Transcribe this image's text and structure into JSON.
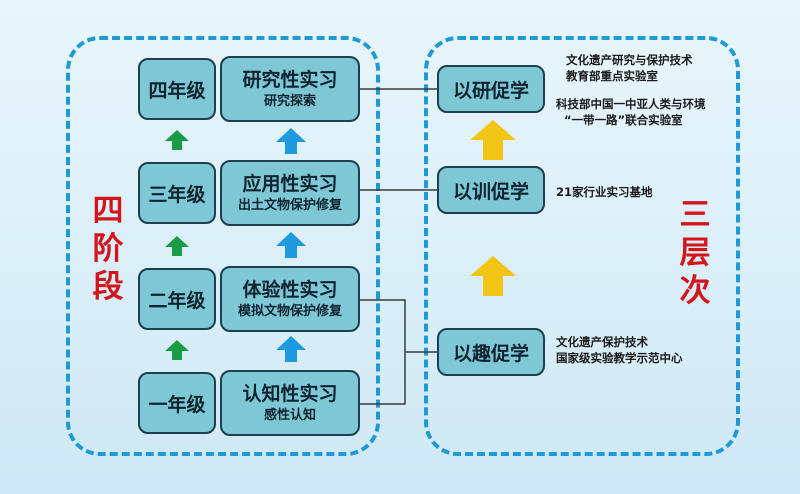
{
  "left_panel": {
    "label": "四阶段",
    "stages": [
      {
        "grade": "四年级",
        "title": "研究性实习",
        "subtitle": "研究探索"
      },
      {
        "grade": "三年级",
        "title": "应用性实习",
        "subtitle": "出土文物保护修复"
      },
      {
        "grade": "二年级",
        "title": "体验性实习",
        "subtitle": "模拟文物保护修复"
      },
      {
        "grade": "一年级",
        "title": "认知性实习",
        "subtitle": "感性认知"
      }
    ]
  },
  "right_panel": {
    "label": "三层次",
    "levels": [
      {
        "title": "以研促学",
        "notes": [
          "文化遗产研究与保护技术",
          "教育部重点实验室",
          "科技部中国一中亚人类与环境",
          "“一带一路”联合实验室"
        ]
      },
      {
        "title": "以训促学",
        "notes": [
          "21家行业实习基地"
        ]
      },
      {
        "title": "以趣促学",
        "notes": [
          "文化遗产保护技术",
          "国家级实验教学示范中心"
        ]
      }
    ]
  },
  "colors": {
    "frame": "#1e9ad6",
    "box_fill": "#7ec7d4",
    "box_border": "#1d3f4f",
    "label_red": "#d4151c",
    "arrow_green": "#1a9b45",
    "arrow_blue": "#1e9ae0",
    "arrow_yellow": "#f2c414"
  }
}
